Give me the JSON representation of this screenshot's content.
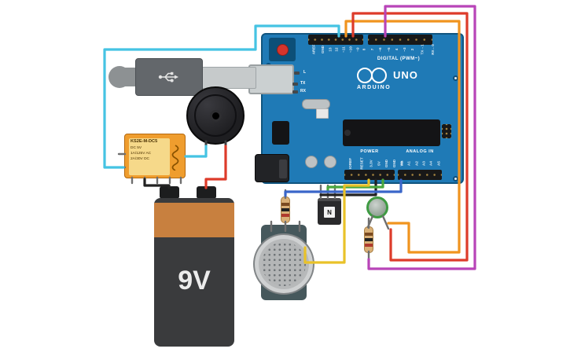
{
  "canvas": {
    "background": "#ffffff"
  },
  "wire_colors": {
    "cyan": "#45c3e3",
    "red": "#dd3b2a",
    "orange": "#f0941f",
    "yellow": "#e9c229",
    "green": "#4aa83e",
    "blue": "#3a66c9",
    "purple": "#b844b8",
    "black": "#222222"
  },
  "arduino": {
    "board_color": "#1f7ab6",
    "model": "UNO",
    "brand": "ARDUINO",
    "digital_caption": "DIGITAL (PWM~)",
    "power_caption": "POWER",
    "analog_caption": "ANALOG IN",
    "led_l": "L",
    "led_tx": "TX",
    "led_rx": "RX",
    "digital_pins_left": [
      "AREF",
      "GND",
      "13",
      "12",
      "~11",
      "~10",
      "~9",
      "8"
    ],
    "digital_pins_right": [
      "7",
      "~6",
      "~5",
      "4",
      "~3",
      "2",
      "TX→1",
      "RX←0"
    ],
    "power_pins": [
      "IOREF",
      "RESET",
      "3.3V",
      "5V",
      "GND",
      "GND",
      "Vin"
    ],
    "analog_pins": [
      "A0",
      "A1",
      "A2",
      "A3",
      "A4",
      "A5"
    ]
  },
  "battery": {
    "label": "9V",
    "band_color": "#c8803f"
  },
  "relay": {
    "part_number": "KS2E-M-DC5",
    "spec_1": "DC 5V",
    "spec_2": "1A/125V AC",
    "spec_3": "2A/30V DC",
    "body_color": "#ef9d2e",
    "label_color": "#f6d98a"
  },
  "transistor": {
    "label": "N"
  }
}
